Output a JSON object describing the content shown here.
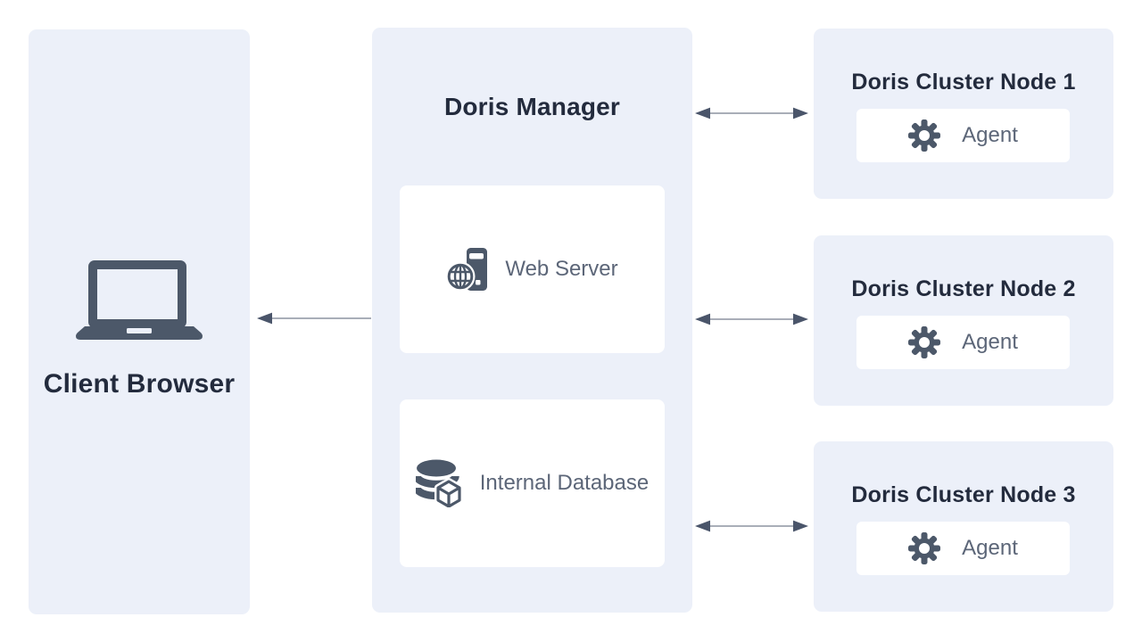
{
  "diagram": {
    "type": "architecture-diagram",
    "colors": {
      "panel_bg": "#ECF0F9",
      "card_bg": "#FFFFFF",
      "heading_text": "#232B3D",
      "label_text": "#5C6678",
      "icon_fill": "#4C5869",
      "arrow_line": "#A9AEB8",
      "arrow_head": "#4A556A",
      "page_bg": "#FFFFFF"
    },
    "client": {
      "title": "Client Browser",
      "icon": "laptop-icon"
    },
    "manager": {
      "title": "Doris Manager",
      "web_server": {
        "label": "Web Server",
        "icon": "web-server-icon"
      },
      "internal_database": {
        "label": "Internal Database",
        "icon": "database-icon"
      }
    },
    "cluster_nodes": [
      {
        "title": "Doris Cluster Node 1",
        "agent_label": "Agent",
        "agent_icon": "gear-icon"
      },
      {
        "title": "Doris Cluster Node 2",
        "agent_label": "Agent",
        "agent_icon": "gear-icon"
      },
      {
        "title": "Doris Cluster Node 3",
        "agent_label": "Agent",
        "agent_icon": "gear-icon"
      }
    ],
    "connections": [
      {
        "from": "manager",
        "to": "client",
        "direction": "one-way-left"
      },
      {
        "from": "manager",
        "to": "node-1",
        "direction": "two-way"
      },
      {
        "from": "manager",
        "to": "node-2",
        "direction": "two-way"
      },
      {
        "from": "manager",
        "to": "node-3",
        "direction": "two-way"
      }
    ]
  }
}
